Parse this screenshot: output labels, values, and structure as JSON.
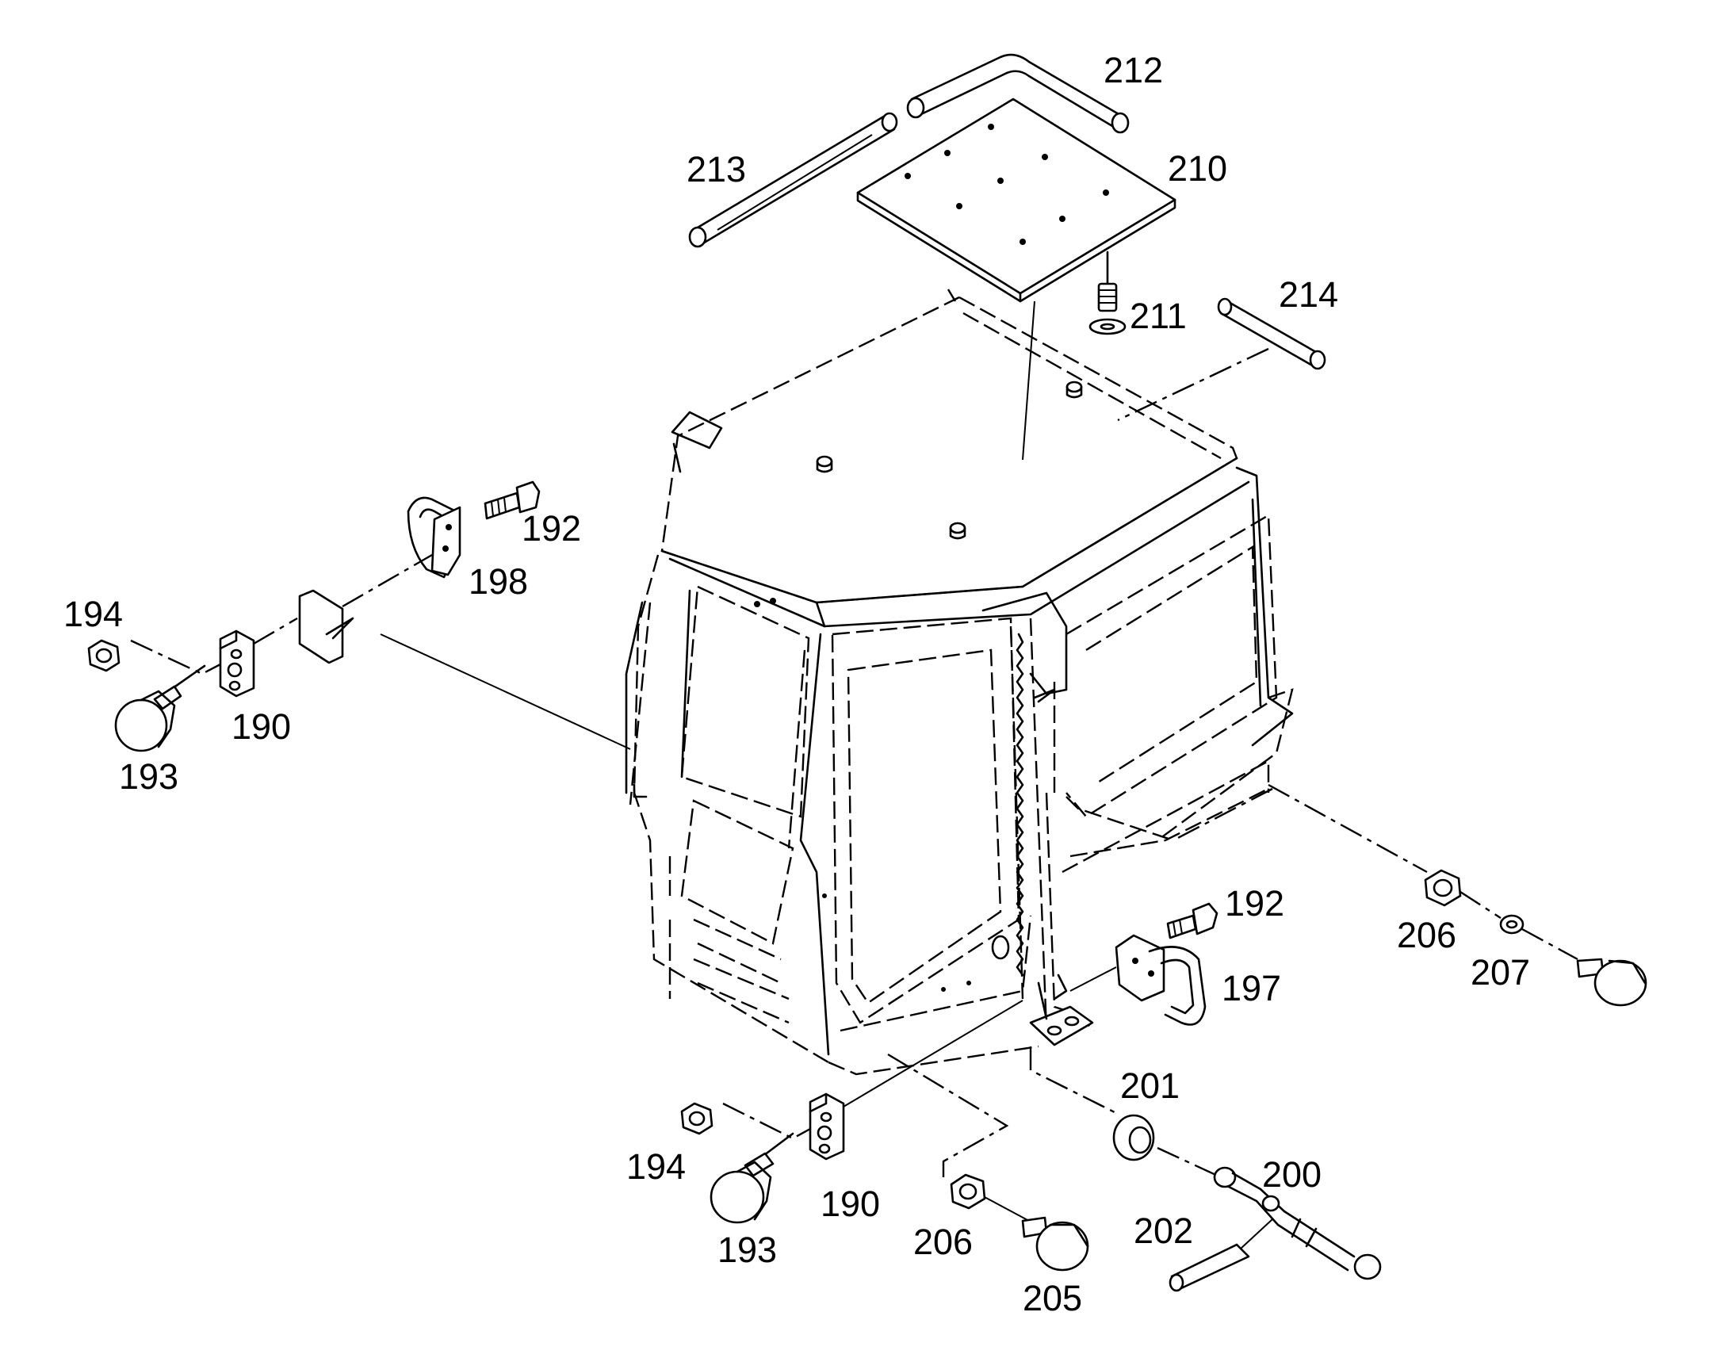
{
  "labels": {
    "p212": "212",
    "p213": "213",
    "p210": "210",
    "p214": "214",
    "p211": "211",
    "p192a": "192",
    "p198": "198",
    "p194a": "194",
    "p190a": "190",
    "p193a": "193",
    "p192b": "192",
    "p206a": "206",
    "p207": "207",
    "p197": "197",
    "p201": "201",
    "p200": "200",
    "p194b": "194",
    "p190b": "190",
    "p193b": "193",
    "p206b": "206",
    "p202": "202",
    "p205": "205"
  }
}
